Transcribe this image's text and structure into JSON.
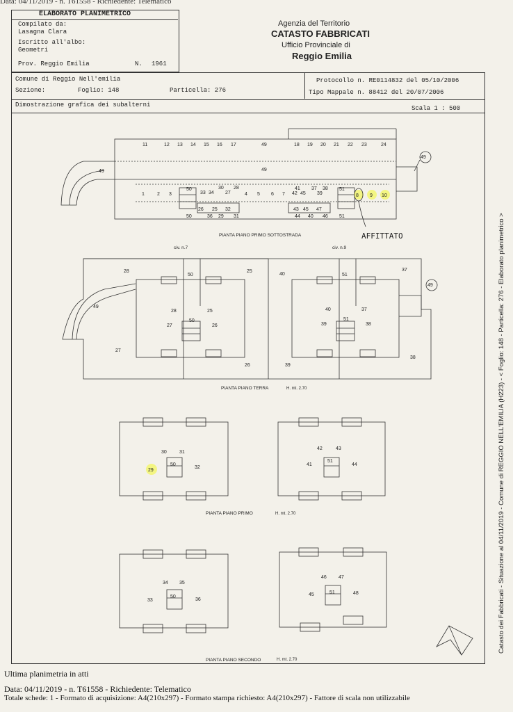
{
  "top_line": "Data: 04/11/2019 - n. T61558 - Richiedente: Telematico",
  "header": {
    "title": "ELABORATO PLANIMETRICO",
    "compilato_label": "Compilato da:",
    "compilato_name": "Lasagna Clara",
    "iscritto_label": "Iscritto all'albo:",
    "iscritto_value": "Geometri",
    "prov_label": "Prov. Reggio Emilia",
    "n_label": "N.",
    "n_value": "1961",
    "agency_line1": "Agenzia del Territorio",
    "agency_line2": "CATASTO FABBRICATI",
    "agency_line3": "Ufficio Provinciale di",
    "agency_line4": "Reggio Emilia",
    "comune": "Comune di Reggio Nell'emilia",
    "sezione": "Sezione:",
    "foglio": "Foglio: 148",
    "particella": "Particella: 276",
    "protocollo": "Protocollo n. RE0114832 del 05/10/2006",
    "tipo_mappale": "Tipo Mappale n. 88412    del 20/07/2006",
    "dimostrazione": "Dimostrazione grafica dei subalterni",
    "scala": "Scala 1 : 500"
  },
  "side_text": "Catasto dei Fabbricati - Situazione al 04/11/2019 - Comune di REGGIO NELL'EMILIA (H223) - < Foglio: 148 - Particella: 276 - Elaborato planimetrico >",
  "plans": {
    "sottostrada": "PIANTA PIANO PRIMO SOTTOSTRADA",
    "terra": "PIANTA PIANO TERRA",
    "terra_h": "H. mt. 2.70",
    "primo": "PIANTA PIANO PRIMO",
    "primo_h": "H. mt. 2.70",
    "secondo": "PIANTA PIANO SECONDO",
    "secondo_h": "H. mt. 2.70",
    "civ7": "civ. n.7",
    "civ9": "civ. n.9",
    "handwritten": "AFFITTATO"
  },
  "footer": {
    "line1": "Ultima planimetria in atti",
    "line2": "Data: 04/11/2019 - n. T61558 - Richiedente: Telematico",
    "line3": "Totale schede: 1 - Formato di acquisizione: A4(210x297) - Formato stampa richiesto: A4(210x297) - Fattore di scala non utilizzabile"
  },
  "colors": {
    "highlight": "#f3f55f",
    "paper": "#f3f1ea",
    "ink": "#222222"
  }
}
